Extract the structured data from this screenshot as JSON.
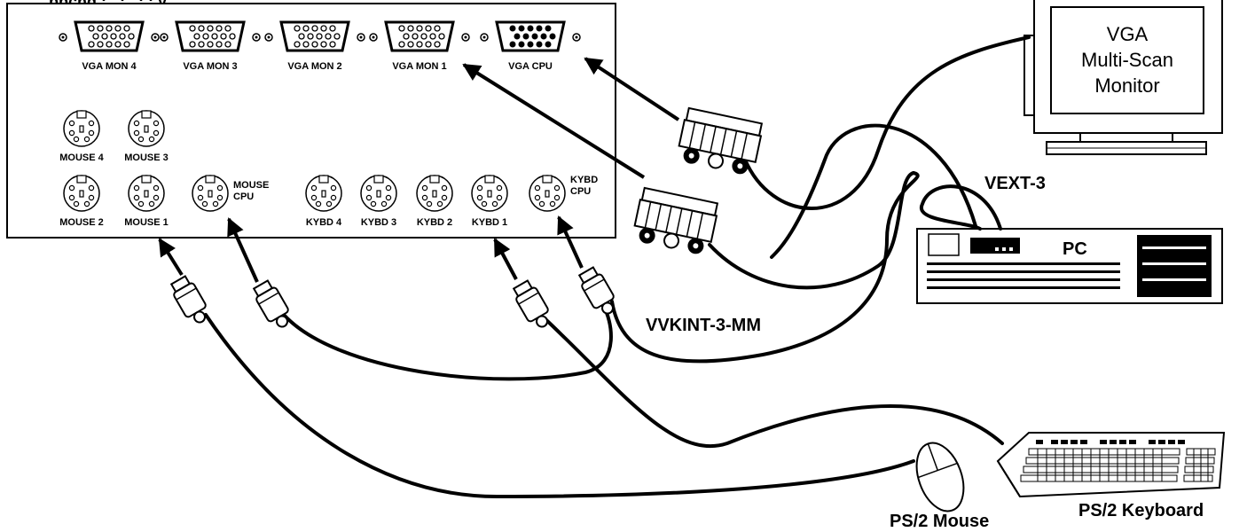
{
  "header_partial": "...ppcng  :  ,   :   ,   :   :  y",
  "switch": {
    "vga_ports": [
      "VGA MON 4",
      "VGA MON 3",
      "VGA MON 2",
      "VGA MON 1",
      "VGA CPU"
    ],
    "mouse_ports_top": [
      "MOUSE 4",
      "MOUSE 3"
    ],
    "mouse_ports_bottom": [
      "MOUSE 2",
      "MOUSE 1"
    ],
    "mouse_cpu": [
      "MOUSE",
      "CPU"
    ],
    "kybd_ports": [
      "KYBD 4",
      "KYBD 3",
      "KYBD 2",
      "KYBD 1"
    ],
    "kybd_cpu": [
      "KYBD",
      "CPU"
    ]
  },
  "monitor": {
    "lines": [
      "VGA",
      "Multi-Scan",
      "Monitor"
    ]
  },
  "pc": {
    "label": "PC"
  },
  "cables": {
    "vext": "VEXT-3",
    "vvkint": "VVKINT-3-MM"
  },
  "peripherals": {
    "mouse": "PS/2 Mouse",
    "keyboard": "PS/2 Keyboard"
  },
  "icons": [
    "vga-port-icon",
    "ps2-port-icon",
    "monitor-icon",
    "pc-icon",
    "vga-connector-icon",
    "ps2-plug-icon",
    "mouse-icon",
    "keyboard-icon",
    "arrow-icon"
  ]
}
